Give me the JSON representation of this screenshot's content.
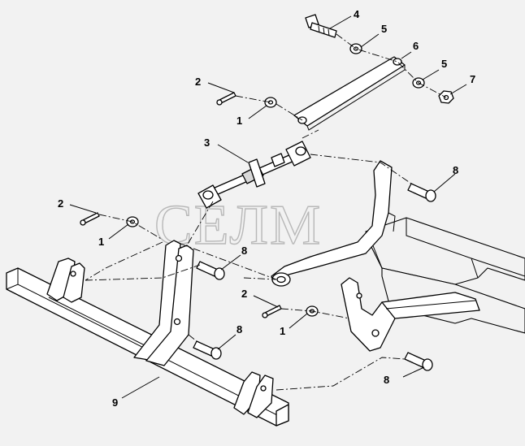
{
  "watermark": "СЕЛМ",
  "callouts": {
    "c1a": "1",
    "c1b": "1",
    "c1c": "1",
    "c2a": "2",
    "c2b": "2",
    "c2c": "2",
    "c3": "3",
    "c4": "4",
    "c5a": "5",
    "c5b": "5",
    "c6": "6",
    "c7": "7",
    "c8a": "8",
    "c8b": "8",
    "c8c": "8",
    "c8d": "8",
    "c9": "9"
  }
}
